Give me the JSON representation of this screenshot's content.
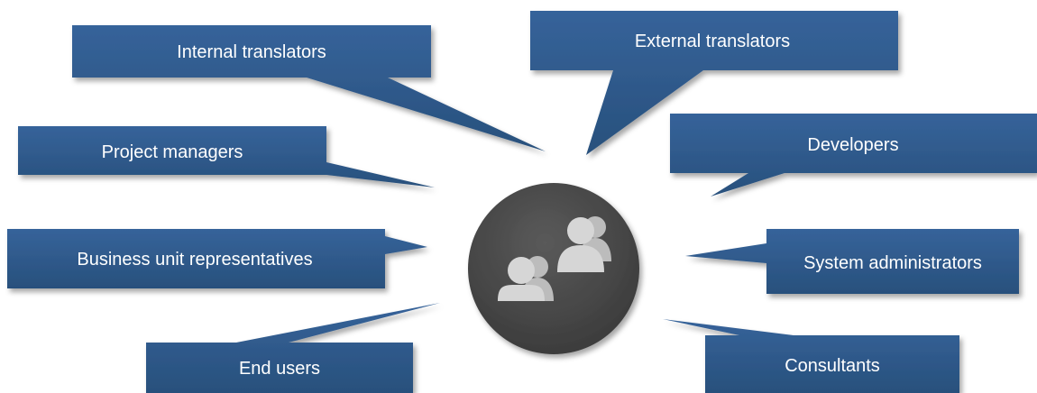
{
  "diagram": {
    "center": {
      "icon": "user-group-icon"
    },
    "callouts": [
      {
        "id": "internal-translators",
        "label": "Internal translators"
      },
      {
        "id": "external-translators",
        "label": "External translators"
      },
      {
        "id": "project-managers",
        "label": "Project managers"
      },
      {
        "id": "developers",
        "label": "Developers"
      },
      {
        "id": "business-unit-representatives",
        "label": "Business unit representatives"
      },
      {
        "id": "system-administrators",
        "label": "System administrators"
      },
      {
        "id": "end-users",
        "label": "End users"
      },
      {
        "id": "consultants",
        "label": "Consultants"
      }
    ]
  },
  "colors": {
    "callout_fill": "#2f5a88",
    "callout_fill_dark": "#264b73",
    "center_circle": "#474747",
    "center_icon": "#d6d6d6",
    "text": "#ffffff"
  }
}
